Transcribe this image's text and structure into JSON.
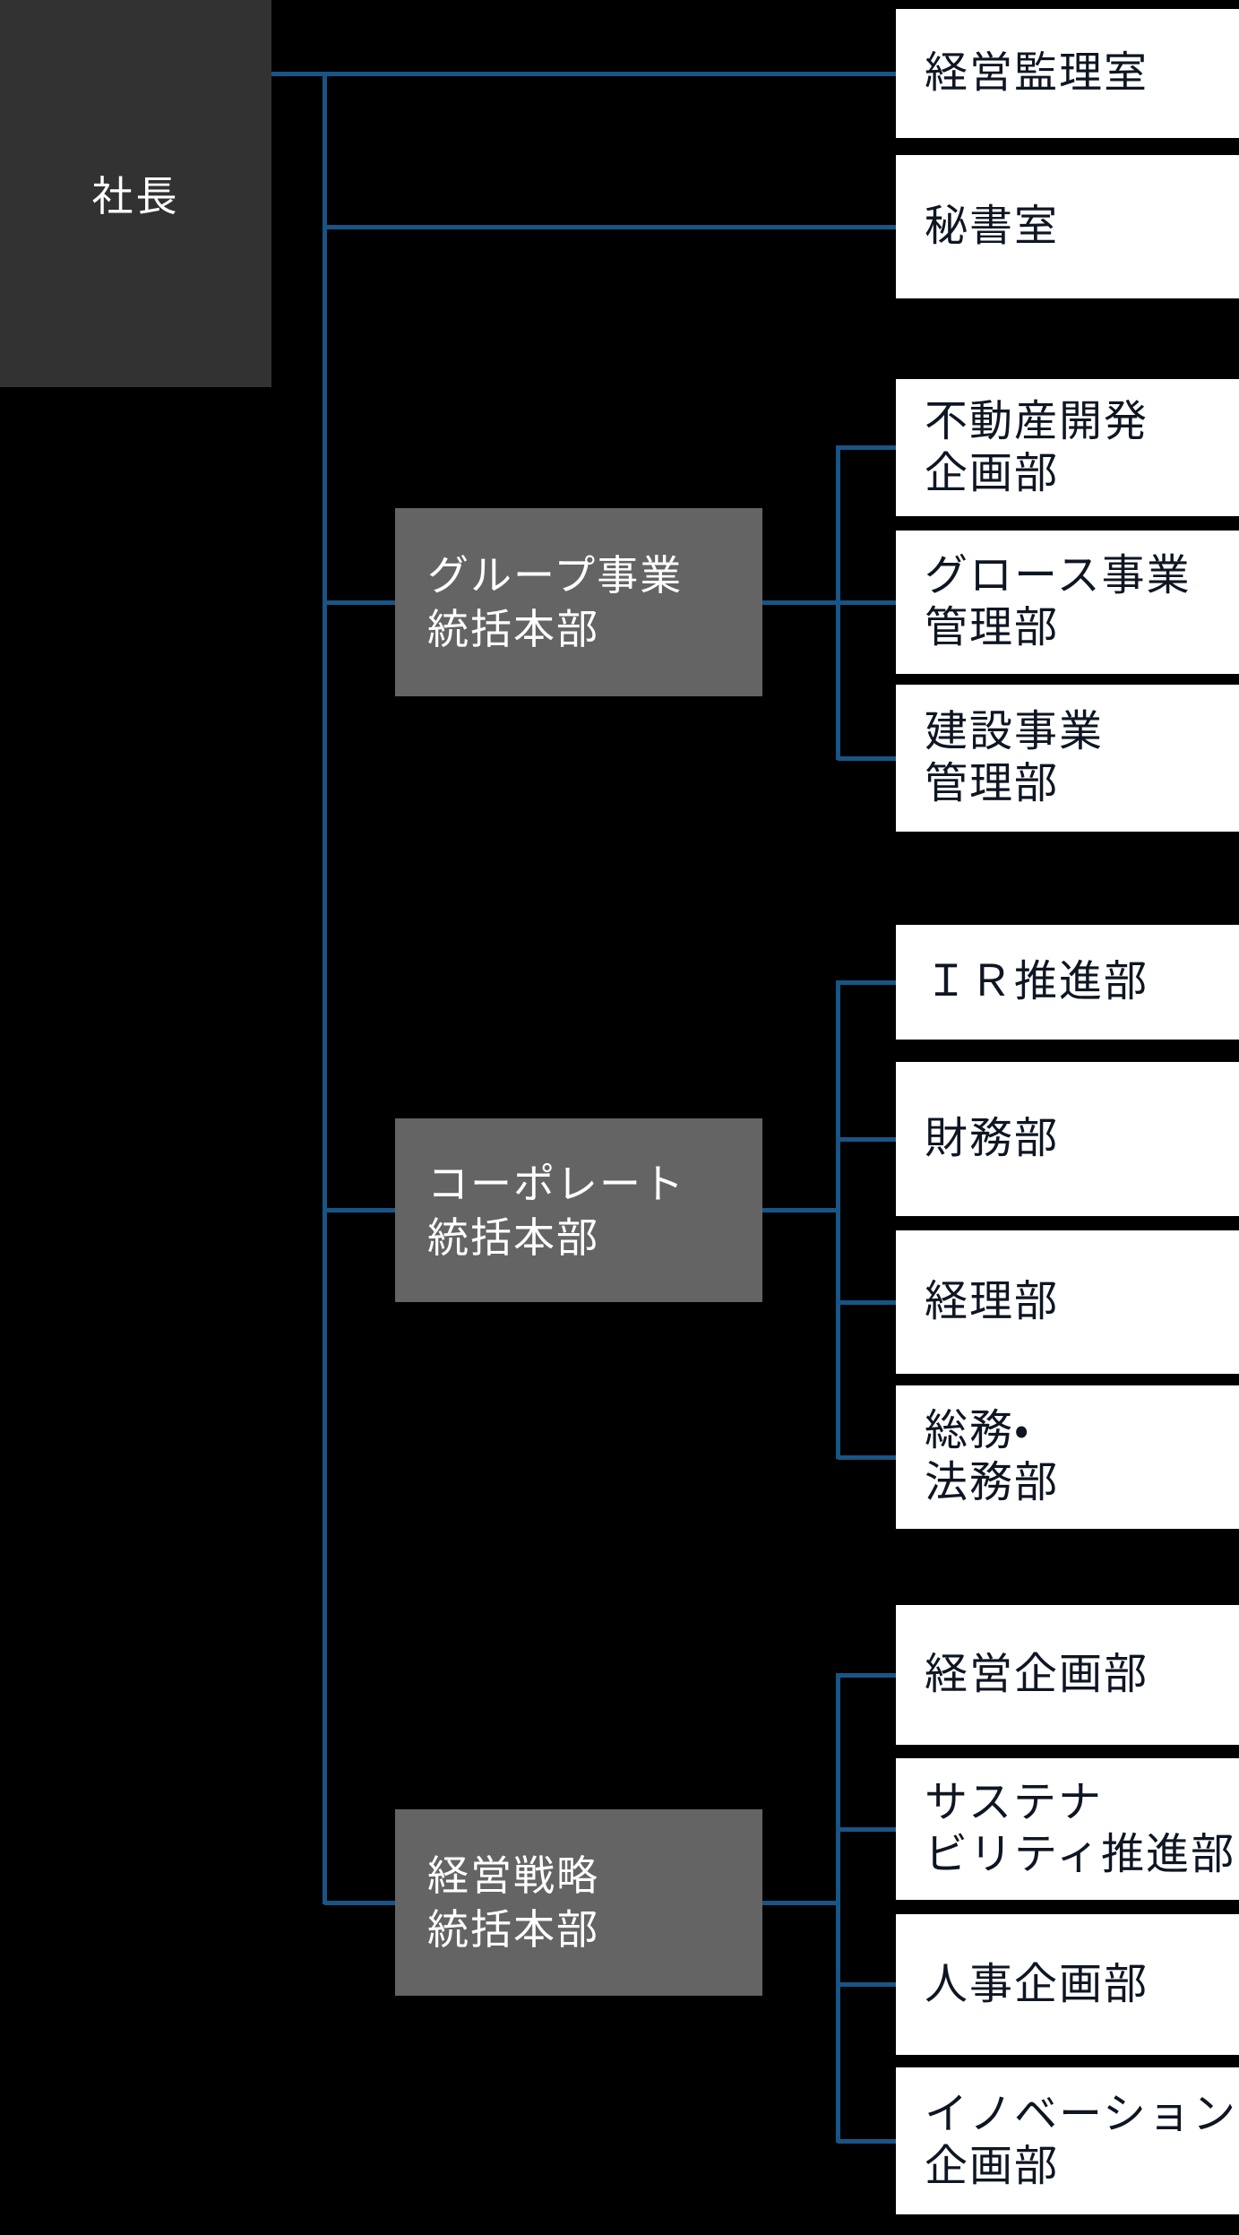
{
  "org": {
    "president": {
      "label": "社長"
    },
    "direct_offices": [
      {
        "label": "経営監理室"
      },
      {
        "label": "秘書室"
      }
    ],
    "divisions": [
      {
        "label_line1": "グループ事業",
        "label_line2": "統括本部",
        "departments": [
          {
            "line1": "不動産開発",
            "line2": "企画部"
          },
          {
            "line1": "グロース事業",
            "line2": "管理部"
          },
          {
            "line1": "建設事業",
            "line2": "管理部"
          }
        ]
      },
      {
        "label_line1": "コーポレート",
        "label_line2": "統括本部",
        "departments": [
          {
            "line1": "ＩＲ推進部"
          },
          {
            "line1": "財務部"
          },
          {
            "line1": "経理部"
          },
          {
            "line1": "総務・",
            "line2": "法務部"
          }
        ]
      },
      {
        "label_line1": "経営戦略",
        "label_line2": "統括本部",
        "departments": [
          {
            "line1": "経営企画部"
          },
          {
            "line1": "サステナ",
            "line2": "ビリティ推進部"
          },
          {
            "line1": "人事企画部"
          },
          {
            "line1": "イノベーション",
            "line2": "企画部"
          }
        ]
      }
    ],
    "colors": {
      "background": "#000000",
      "connector_blue": "#185586",
      "president_box": "#323232",
      "division_box": "#646464",
      "department_box": "#ffffff",
      "department_text": "#0e1623",
      "light_text": "#ffffff"
    }
  }
}
